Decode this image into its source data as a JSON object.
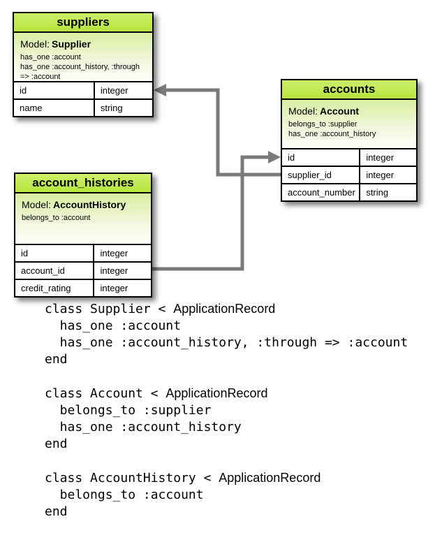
{
  "diagram": {
    "arrow_color": "#7a7a7a",
    "accent_green": "#bde84a",
    "tables": [
      {
        "title": "suppliers",
        "model_label": "Model:",
        "model_name": "Supplier",
        "associations": [
          "has_one :account",
          "has_one :account_history, :through",
          "=> :account"
        ],
        "columns": [
          {
            "name": "id",
            "type": "integer"
          },
          {
            "name": "name",
            "type": "string"
          }
        ]
      },
      {
        "title": "accounts",
        "model_label": "Model:",
        "model_name": "Account",
        "associations": [
          "belongs_to :supplier",
          "has_one :account_history"
        ],
        "columns": [
          {
            "name": "id",
            "type": "integer"
          },
          {
            "name": "supplier_id",
            "type": "integer"
          },
          {
            "name": "account_number",
            "type": "string"
          }
        ]
      },
      {
        "title": "account_histories",
        "model_label": "Model:",
        "model_name": "AccountHistory",
        "associations": [
          "belongs_to :account"
        ],
        "columns": [
          {
            "name": "id",
            "type": "integer"
          },
          {
            "name": "account_id",
            "type": "integer"
          },
          {
            "name": "credit_rating",
            "type": "integer"
          }
        ]
      }
    ],
    "arrows": [
      {
        "from": "accounts.supplier_id",
        "to": "suppliers.id"
      },
      {
        "from": "account_histories.account_id",
        "to": "accounts.id"
      }
    ]
  },
  "code_blocks": [
    {
      "lines": [
        {
          "mono": "class Supplier < ",
          "sans": "ApplicationRecord"
        },
        {
          "mono": "  has_one :account"
        },
        {
          "mono": "  has_one :account_history, :through => :account"
        },
        {
          "mono": "end"
        }
      ]
    },
    {
      "lines": [
        {
          "mono": "class Account < ",
          "sans": "ApplicationRecord"
        },
        {
          "mono": "  belongs_to :supplier"
        },
        {
          "mono": "  has_one :account_history"
        },
        {
          "mono": "end"
        }
      ]
    },
    {
      "lines": [
        {
          "mono": "class AccountHistory < ",
          "sans": "ApplicationRecord"
        },
        {
          "mono": "  belongs_to :account"
        },
        {
          "mono": "end"
        }
      ]
    }
  ]
}
